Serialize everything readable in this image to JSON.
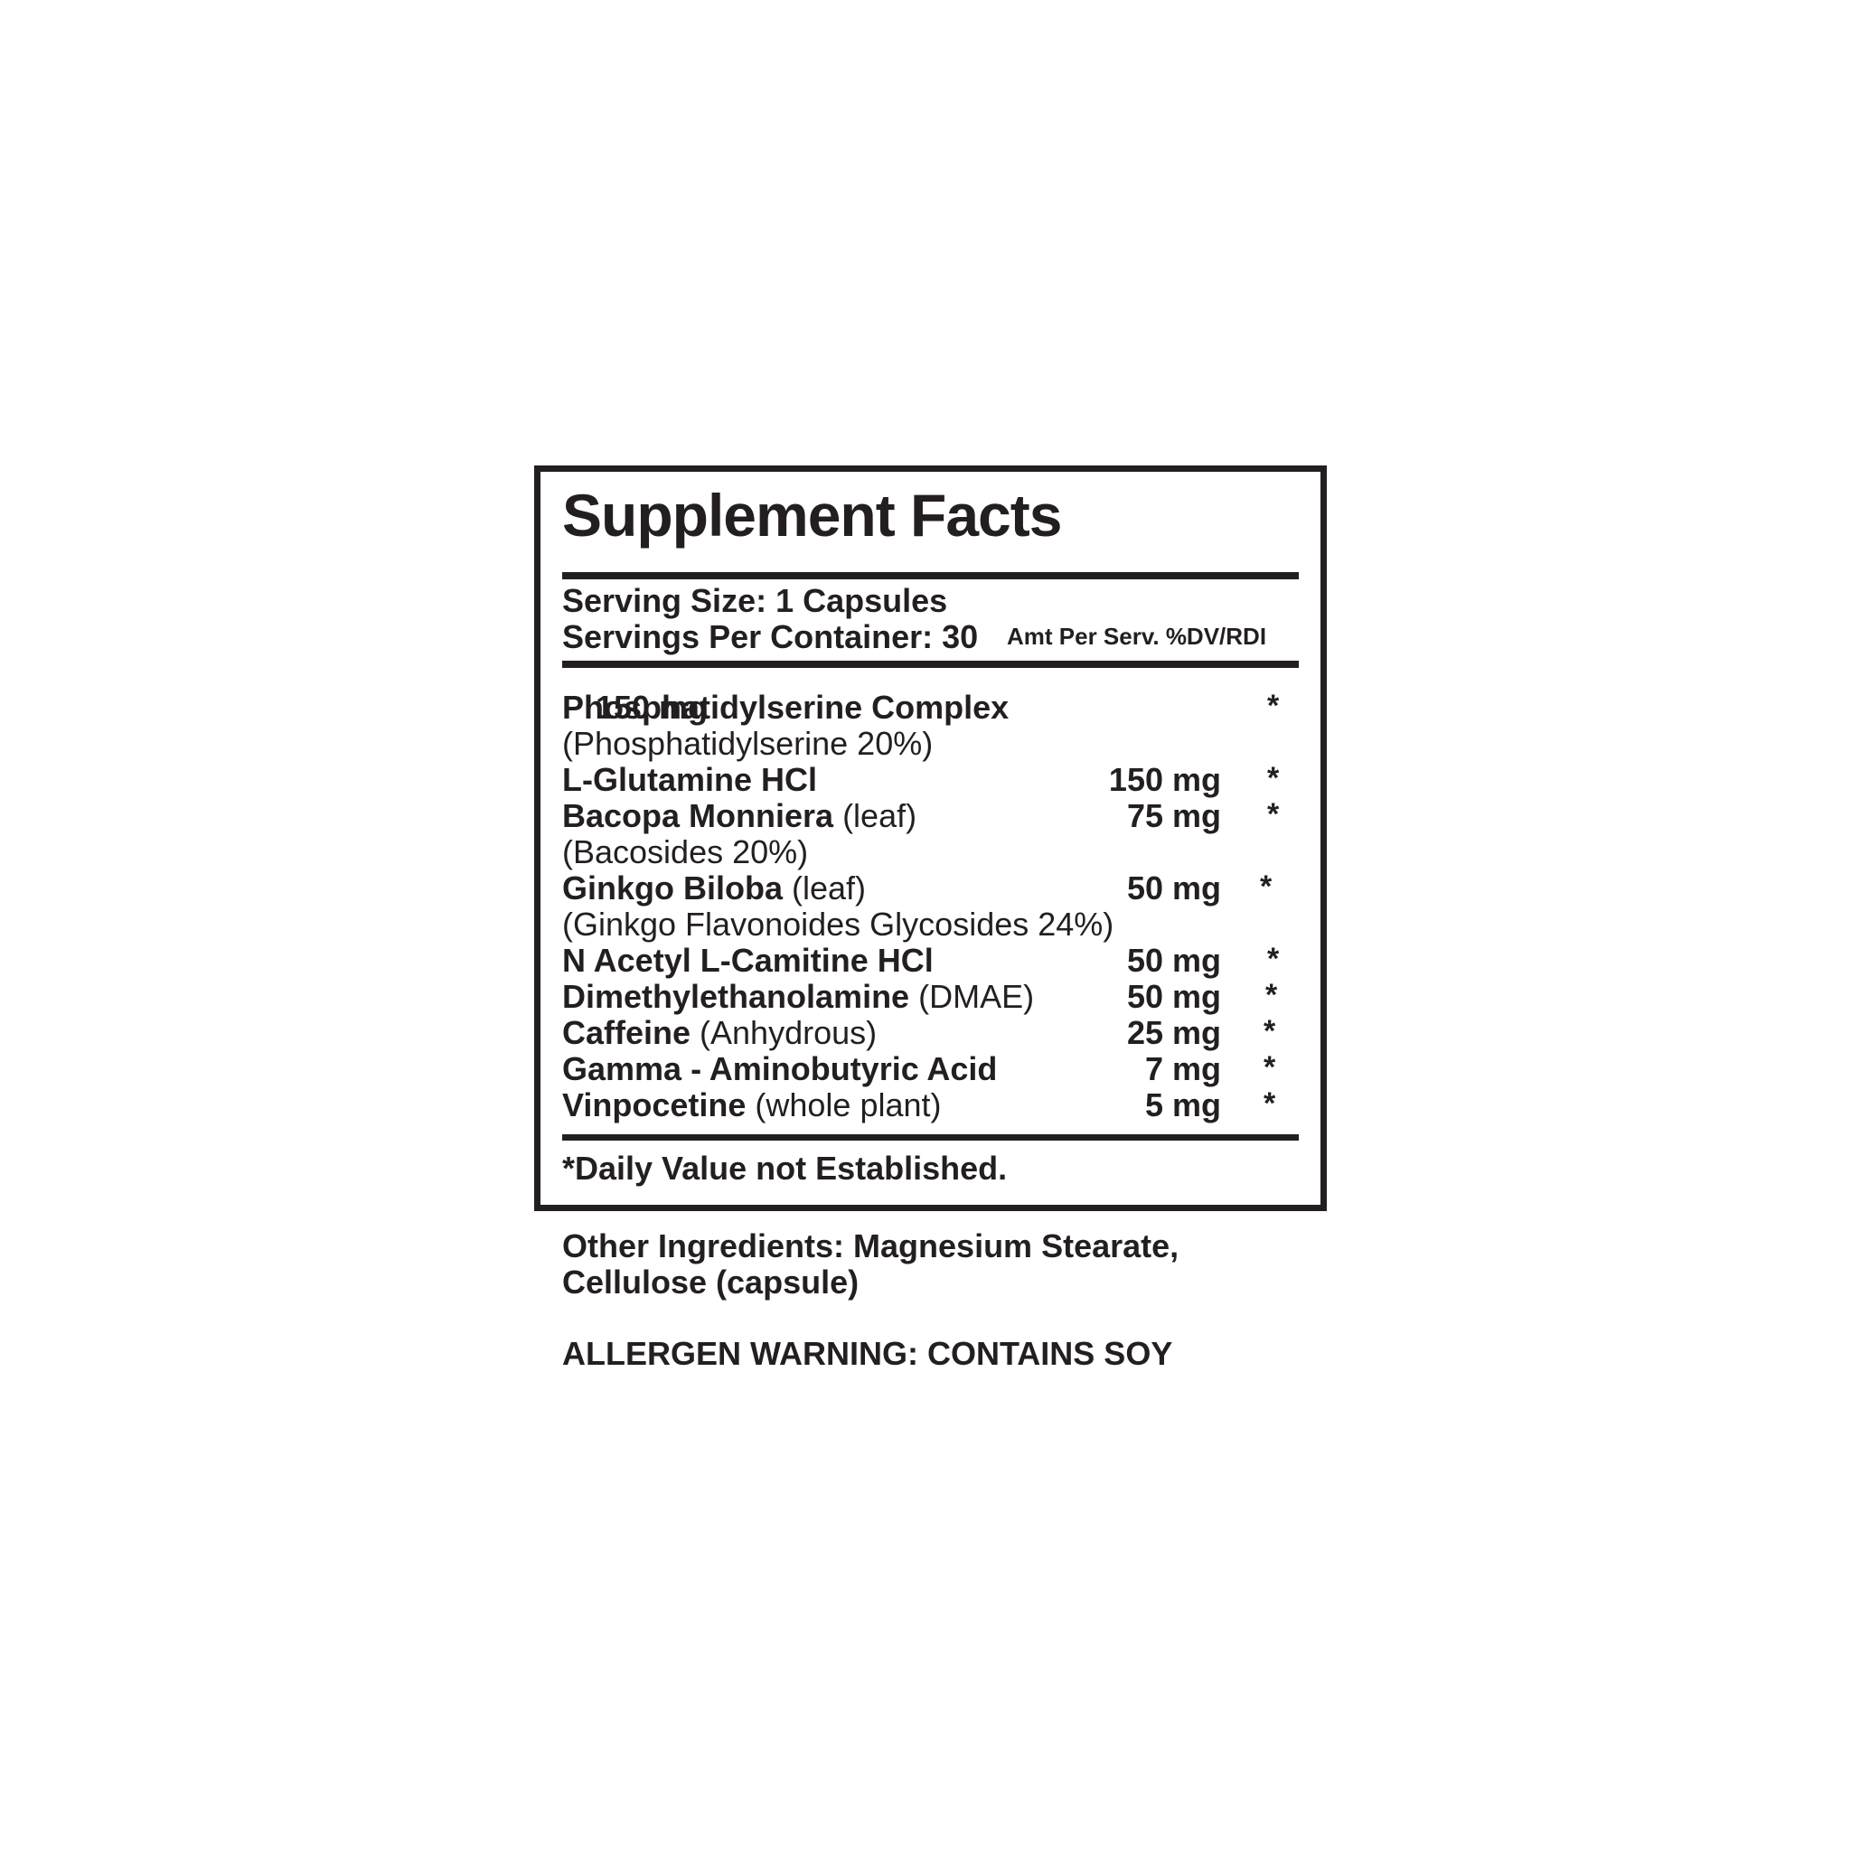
{
  "label": {
    "title": "Supplement Facts",
    "serving_size": "Serving Size: 1 Capsules",
    "servings_per_container": "Servings Per Container: 30",
    "amount_header": "Amt Per Serv. %DV/RDI",
    "ingredients": [
      {
        "name_bold": "Phosphatidylserine Complex",
        "name_normal": "",
        "amount": "150 mg",
        "dv": "*",
        "sub": "(Phosphatidylserine 20%)"
      },
      {
        "name_bold": "L-Glutamine HCl",
        "name_normal": "",
        "amount": "150 mg",
        "dv": "*",
        "sub": ""
      },
      {
        "name_bold": "Bacopa Monniera",
        "name_normal": " (leaf)",
        "amount": "75 mg",
        "dv": "*",
        "sub": "(Bacosides 20%)"
      },
      {
        "name_bold": "Ginkgo Biloba",
        "name_normal": " (leaf)",
        "amount": "50 mg",
        "dv": "*",
        "sub": "(Ginkgo Flavonoides Glycosides 24%)"
      },
      {
        "name_bold": "N Acetyl L-Camitine HCl",
        "name_normal": "",
        "amount": "50 mg",
        "dv": "*",
        "sub": ""
      },
      {
        "name_bold": "Dimethylethanolamine",
        "name_normal": " (DMAE)",
        "amount": "50 mg",
        "dv": "*",
        "sub": ""
      },
      {
        "name_bold": "Caffeine",
        "name_normal": " (Anhydrous)",
        "amount": "25 mg",
        "dv": "*",
        "sub": ""
      },
      {
        "name_bold": "Gamma - Aminobutyric Acid",
        "name_normal": "",
        "amount": "7 mg",
        "dv": "*",
        "sub": ""
      },
      {
        "name_bold": "Vinpocetine",
        "name_normal": " (whole plant)",
        "amount": "5 mg",
        "dv": "*",
        "sub": ""
      }
    ],
    "footnote": "*Daily Value not Established."
  },
  "other_ingredients": {
    "line1": "Other Ingredients: Magnesium Stearate,",
    "line2": "Cellulose (capsule)"
  },
  "allergen_warning": "ALLERGEN WARNING: CONTAINS SOY"
}
